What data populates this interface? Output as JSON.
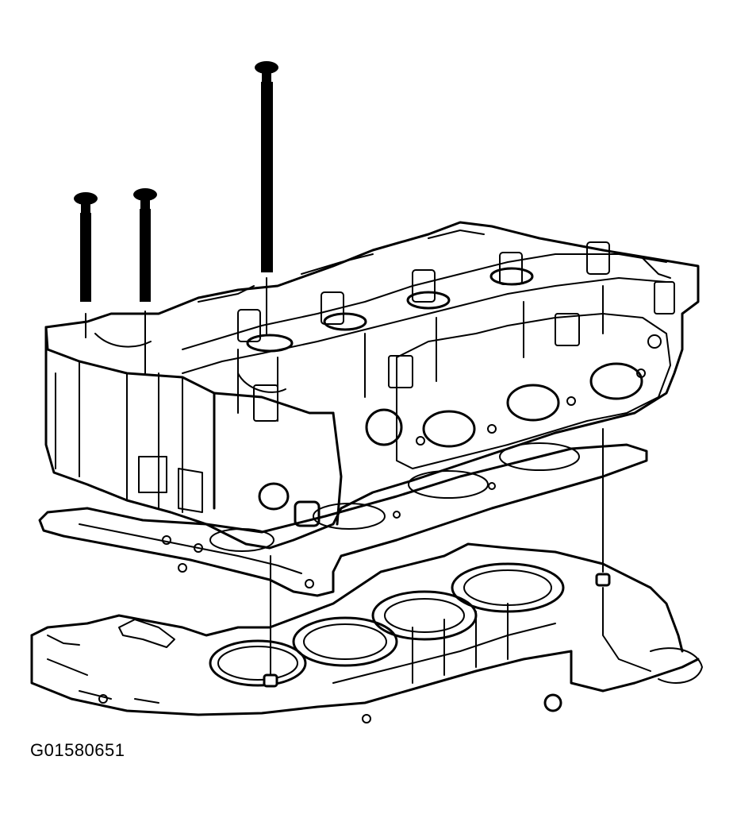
{
  "figure": {
    "id": "G01580651"
  },
  "components": [
    "cylinder-head-bolt",
    "cylinder-head",
    "cylinder-head-gasket",
    "engine-block",
    "locating-dowel-pin"
  ]
}
